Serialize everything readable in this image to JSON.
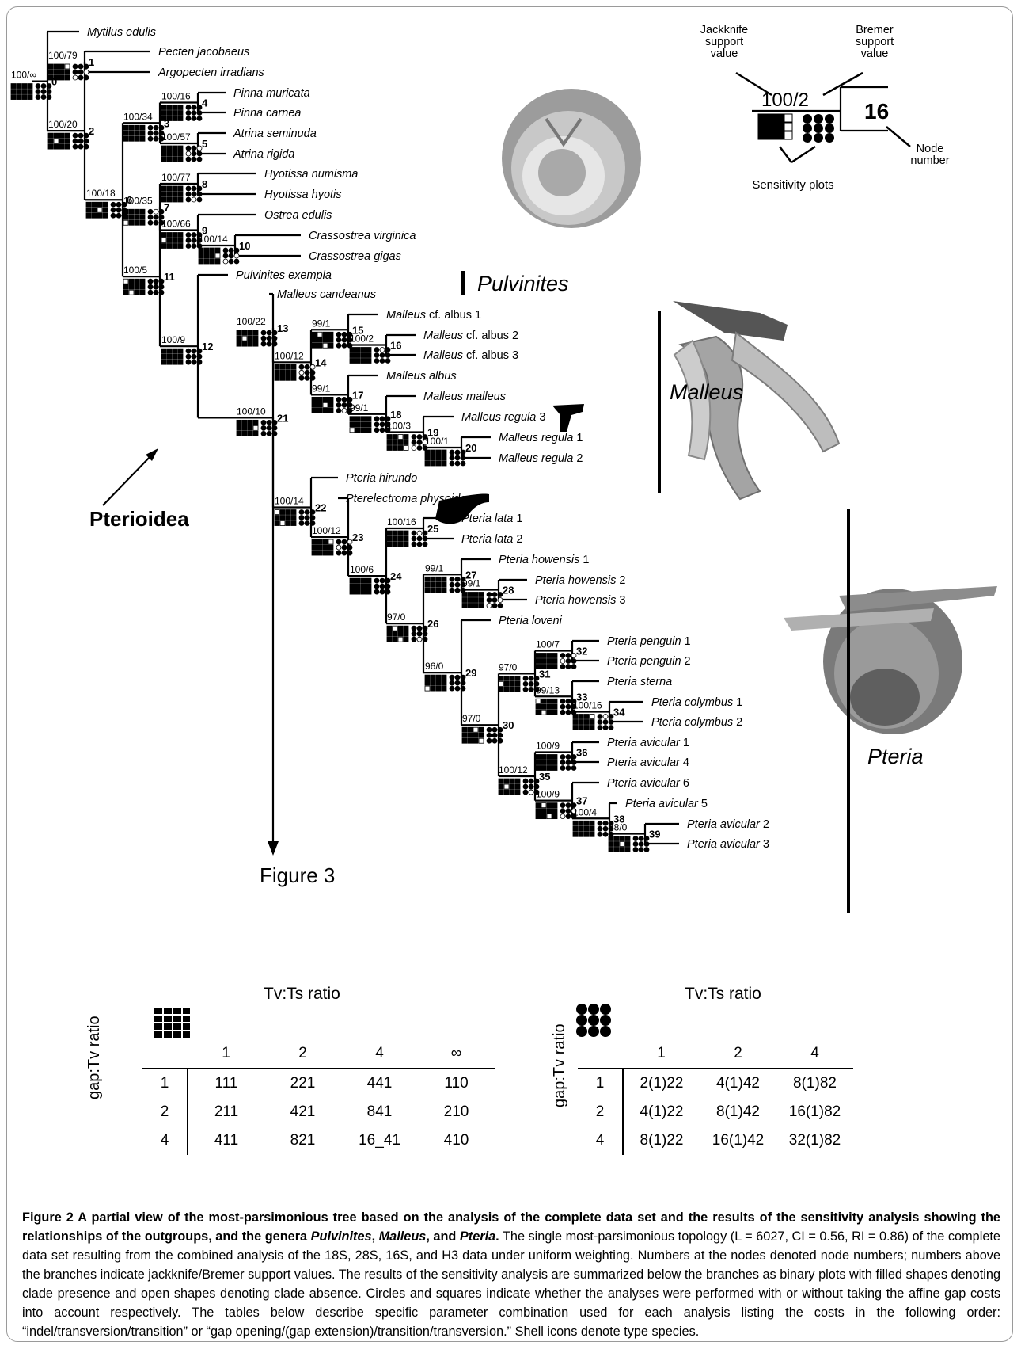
{
  "legend": {
    "jackknife_label": [
      "Jackknife",
      "support",
      "value"
    ],
    "bremer_label": [
      "Bremer",
      "support",
      "value"
    ],
    "example_support": "100/2",
    "example_node": "16",
    "node_label": [
      "Node",
      "number"
    ],
    "sensitivity_label": "Sensitivity plots"
  },
  "clades": {
    "pulvinites": "Pulvinites",
    "malleus": "Malleus",
    "pteria": "Pteria",
    "pterioidea": "Pterioidea",
    "figure3": "Figure 3"
  },
  "taxa": [
    {
      "g": "Mytilus edulis",
      "s": ""
    },
    {
      "g": "Pecten jacobaeus",
      "s": ""
    },
    {
      "g": "Argopecten irradians",
      "s": ""
    },
    {
      "g": "Pinna muricata",
      "s": ""
    },
    {
      "g": "Pinna carnea",
      "s": ""
    },
    {
      "g": "Atrina seminuda",
      "s": ""
    },
    {
      "g": "Atrina rigida",
      "s": ""
    },
    {
      "g": "Hyotissa numisma",
      "s": ""
    },
    {
      "g": "Hyotissa hyotis",
      "s": ""
    },
    {
      "g": "Ostrea edulis",
      "s": ""
    },
    {
      "g": "Crassostrea virginica",
      "s": ""
    },
    {
      "g": "Crassostrea gigas",
      "s": ""
    },
    {
      "g": "Pulvinites exempla",
      "s": ""
    },
    {
      "g": "Malleus candeanus",
      "s": ""
    },
    {
      "g": "Malleus",
      "s": " cf. albus 1"
    },
    {
      "g": "Malleus",
      "s": " cf. albus 2"
    },
    {
      "g": "Malleus",
      "s": " cf. albus 3"
    },
    {
      "g": "Malleus albus",
      "s": ""
    },
    {
      "g": "Malleus malleus",
      "s": ""
    },
    {
      "g": "Malleus regula",
      "s": " 3"
    },
    {
      "g": "Malleus regula",
      "s": " 1"
    },
    {
      "g": "Malleus regula",
      "s": " 2"
    },
    {
      "g": "Pteria hirundo",
      "s": ""
    },
    {
      "g": "Pterelectroma physoides",
      "s": ""
    },
    {
      "g": "Pteria lata",
      "s": " 1"
    },
    {
      "g": "Pteria lata",
      "s": " 2"
    },
    {
      "g": "Pteria howensis",
      "s": " 1"
    },
    {
      "g": "Pteria howensis",
      "s": " 2"
    },
    {
      "g": "Pteria howensis",
      "s": " 3"
    },
    {
      "g": "Pteria loveni",
      "s": ""
    },
    {
      "g": "Pteria penguin",
      "s": " 1"
    },
    {
      "g": "Pteria penguin",
      "s": " 2"
    },
    {
      "g": "Pteria sterna",
      "s": ""
    },
    {
      "g": "Pteria colymbus",
      "s": " 1"
    },
    {
      "g": "Pteria colymbus",
      "s": " 2"
    },
    {
      "g": "Pteria avicular",
      "s": " 1"
    },
    {
      "g": "Pteria avicular",
      "s": " 4"
    },
    {
      "g": "Pteria avicular",
      "s": " 6"
    },
    {
      "g": "Pteria avicular",
      "s": " 5"
    },
    {
      "g": "Pteria avicular",
      "s": " 2"
    },
    {
      "g": "Pteria avicular",
      "s": " 3"
    }
  ],
  "nodes": [
    {
      "n": "0",
      "sup": "100/∞"
    },
    {
      "n": "1",
      "sup": "100/79"
    },
    {
      "n": "2",
      "sup": "100/20"
    },
    {
      "n": "3",
      "sup": "100/34"
    },
    {
      "n": "4",
      "sup": "100/16"
    },
    {
      "n": "5",
      "sup": "100/57"
    },
    {
      "n": "6",
      "sup": "100/18"
    },
    {
      "n": "7",
      "sup": "100/35"
    },
    {
      "n": "8",
      "sup": "100/77"
    },
    {
      "n": "9",
      "sup": "100/66"
    },
    {
      "n": "10",
      "sup": "100/14"
    },
    {
      "n": "11",
      "sup": "100/5"
    },
    {
      "n": "12",
      "sup": "100/9"
    },
    {
      "n": "13",
      "sup": "100/22"
    },
    {
      "n": "14",
      "sup": "100/12"
    },
    {
      "n": "15",
      "sup": "99/1"
    },
    {
      "n": "16",
      "sup": "100/2"
    },
    {
      "n": "17",
      "sup": "99/1"
    },
    {
      "n": "18",
      "sup": "99/1"
    },
    {
      "n": "19",
      "sup": "100/3"
    },
    {
      "n": "20",
      "sup": "100/1"
    },
    {
      "n": "21",
      "sup": "100/10"
    },
    {
      "n": "22",
      "sup": "100/14"
    },
    {
      "n": "23",
      "sup": "100/12"
    },
    {
      "n": "24",
      "sup": "100/6"
    },
    {
      "n": "25",
      "sup": "100/16"
    },
    {
      "n": "26",
      "sup": "97/0"
    },
    {
      "n": "27",
      "sup": "99/1"
    },
    {
      "n": "28",
      "sup": "99/1"
    },
    {
      "n": "29",
      "sup": "96/0"
    },
    {
      "n": "30",
      "sup": "97/0"
    },
    {
      "n": "31",
      "sup": "97/0"
    },
    {
      "n": "32",
      "sup": "100/7"
    },
    {
      "n": "33",
      "sup": "99/13"
    },
    {
      "n": "34",
      "sup": "100/16"
    },
    {
      "n": "35",
      "sup": "100/12"
    },
    {
      "n": "36",
      "sup": "100/9"
    },
    {
      "n": "37",
      "sup": "100/9"
    },
    {
      "n": "38",
      "sup": "100/4"
    },
    {
      "n": "39",
      "sup": "48/0"
    }
  ],
  "table_squares": {
    "title": "Tv:Ts ratio",
    "row_axis": "gap:Tv ratio",
    "cols": [
      "1",
      "2",
      "4",
      "∞"
    ],
    "rows": [
      {
        "h": "1",
        "cells": [
          "111",
          "221",
          "441",
          "110"
        ]
      },
      {
        "h": "2",
        "cells": [
          "211",
          "421",
          "841",
          "210"
        ]
      },
      {
        "h": "4",
        "cells": [
          "411",
          "821",
          "16_41",
          "410"
        ]
      }
    ]
  },
  "table_circles": {
    "title": "Tv:Ts ratio",
    "row_axis": "gap:Tv ratio",
    "cols": [
      "1",
      "2",
      "4"
    ],
    "rows": [
      {
        "h": "1",
        "cells": [
          "2(1)22",
          "4(1)42",
          "8(1)82"
        ]
      },
      {
        "h": "2",
        "cells": [
          "4(1)22",
          "8(1)42",
          "16(1)82"
        ]
      },
      {
        "h": "4",
        "cells": [
          "8(1)22",
          "16(1)42",
          "32(1)82"
        ]
      }
    ]
  },
  "caption": {
    "title_a": "Figure 2 A partial view of the most-parsimonious tree based on the analysis of the complete data set and the results of the sensitivity analysis showing the relationships of the outgroups, and the genera ",
    "g1": "Pulvinites",
    "sep1": ", ",
    "g2": "Malleus",
    "sep2": ", and ",
    "g3": "Pteria",
    "title_end": ".",
    "body": " The single most-parsimonious topology (L = 6027, CI = 0.56, RI = 0.86) of the complete data set resulting from the combined analysis of the 18S, 28S, 16S, and H3 data under uniform weighting. Numbers at the nodes denoted node numbers; numbers above the branches indicate jackknife/Bremer support values. The results of the sensitivity analysis are summarized below the branches as binary plots with filled shapes denoting clade presence and open shapes denoting clade absence. Circles and squares indicate whether the analyses were performed with or without taking the affine gap costs into account respectively. The tables below describe specific parameter combination used for each analysis listing the costs in the following order: “indel/transversion/transition” or “gap opening/(gap extension)/transition/transversion.” Shell icons denote type species."
  }
}
